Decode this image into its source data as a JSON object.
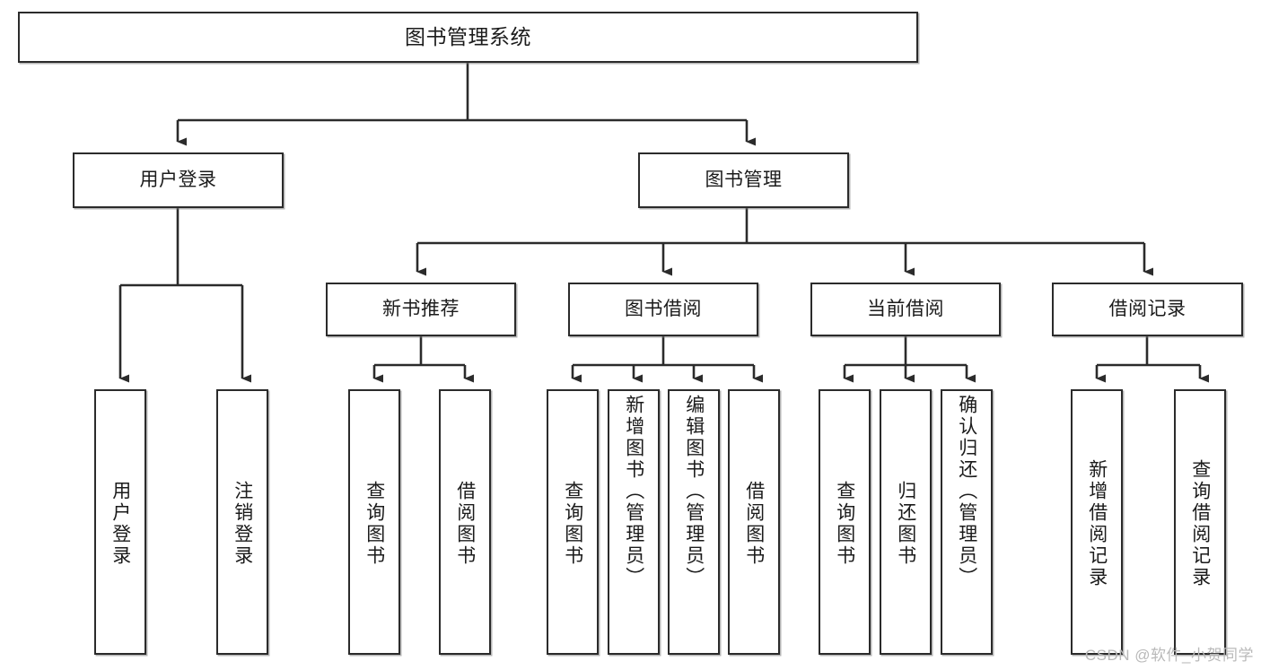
{
  "diagram": {
    "type": "hierarchy-tree",
    "title": "图书管理系统",
    "orientation": "top-down",
    "levels": 4,
    "root": {
      "id": "root",
      "label": "图书管理系统"
    },
    "level2": [
      {
        "id": "user-login",
        "label": "用户登录"
      },
      {
        "id": "book-management",
        "label": "图书管理"
      }
    ],
    "level3": [
      {
        "id": "new-book-recommend",
        "label": "新书推荐",
        "parent": "book-management"
      },
      {
        "id": "book-borrow",
        "label": "图书借阅",
        "parent": "book-management"
      },
      {
        "id": "current-borrow",
        "label": "当前借阅",
        "parent": "book-management"
      },
      {
        "id": "borrow-record",
        "label": "借阅记录",
        "parent": "book-management"
      }
    ],
    "leaves": {
      "user_login": [
        {
          "id": "leaf-user-login",
          "label": "用户登录"
        },
        {
          "id": "leaf-logout-login",
          "label": "注销登录"
        }
      ],
      "new_book_recommend": [
        {
          "id": "leaf-query-book-1",
          "label": "查询图书"
        },
        {
          "id": "leaf-borrow-book-1",
          "label": "借阅图书"
        }
      ],
      "book_borrow": [
        {
          "id": "leaf-query-book-2",
          "label": "查询图书"
        },
        {
          "id": "leaf-add-book",
          "label": "新增图书（管理员）"
        },
        {
          "id": "leaf-edit-book",
          "label": "编辑图书（管理员）"
        },
        {
          "id": "leaf-borrow-book-2",
          "label": "借阅图书"
        }
      ],
      "current_borrow": [
        {
          "id": "leaf-query-book-3",
          "label": "查询图书"
        },
        {
          "id": "leaf-return-book",
          "label": "归还图书"
        },
        {
          "id": "leaf-confirm-return",
          "label": "确认归还（管理员）"
        }
      ],
      "borrow_record": [
        {
          "id": "leaf-add-record",
          "label": "新增借阅记录"
        },
        {
          "id": "leaf-query-record",
          "label": "查询借阅记录"
        }
      ]
    }
  },
  "colors": {
    "background": "#ffffff",
    "box_border": "#2b2b2b",
    "box_fill": "#ffffff",
    "connector": "#2b2b2b",
    "text": "#1b1b1b",
    "watermark": "#b9b9b9"
  },
  "watermark": {
    "text": "CSDN @软件_小贺同学"
  }
}
